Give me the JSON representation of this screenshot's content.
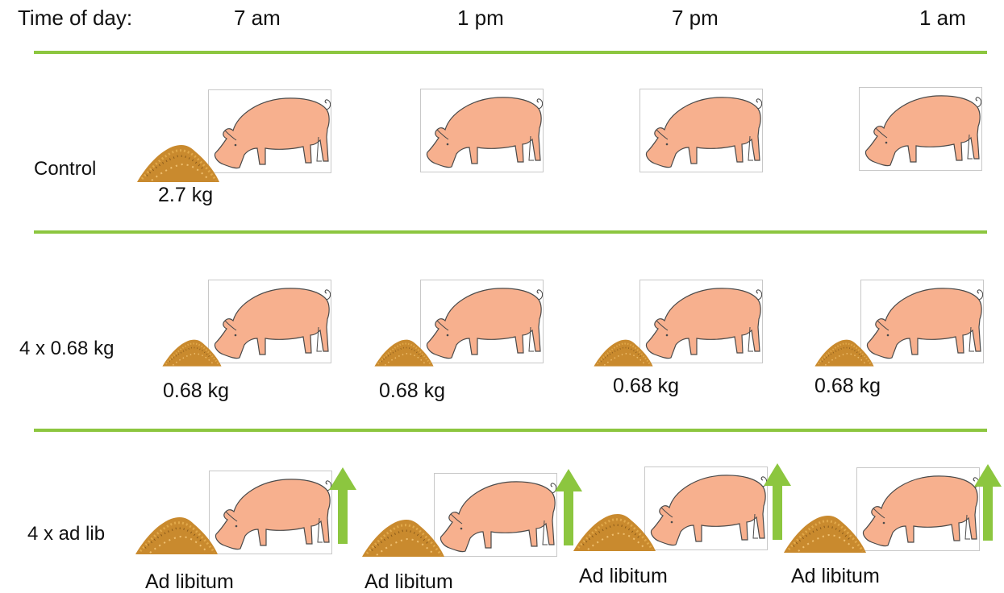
{
  "header": {
    "label": "Time of day:",
    "times": [
      "7 am",
      "1 pm",
      "7 pm",
      "1 am"
    ]
  },
  "rows": [
    {
      "label": "Control",
      "amounts": [
        "2.7 kg"
      ]
    },
    {
      "label": "4 x 0.68 kg",
      "amounts": [
        "0.68 kg",
        "0.68 kg",
        "0.68 kg",
        "0.68 kg"
      ]
    },
    {
      "label": "4 x ad lib",
      "amounts": [
        "Ad libitum",
        "Ad libitum",
        "Ad libitum",
        "Ad libitum"
      ]
    }
  ],
  "colors": {
    "divider": "#8cc63f",
    "pig_fill": "#f7b08e",
    "pig_outline": "#4a4a4a",
    "feed": "#c98a2e",
    "arrow": "#8cc63f"
  },
  "icons": {
    "pig": "pig-icon",
    "feed": "feed-pile-icon",
    "arrow": "arrow-up-icon"
  }
}
